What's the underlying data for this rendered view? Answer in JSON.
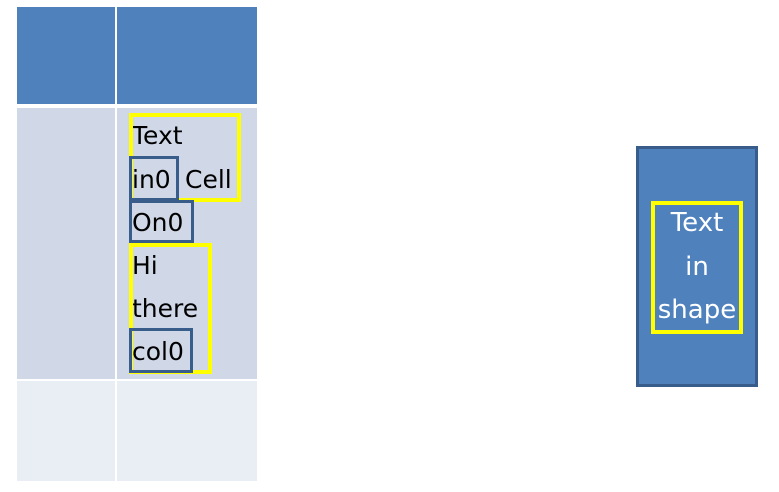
{
  "table": {
    "header": [
      "",
      ""
    ],
    "rows": [
      [
        "",
        ""
      ],
      [
        "",
        ""
      ]
    ],
    "cell_text_lines": {
      "line1": "Text",
      "line2a": "in0",
      "line2b": "Cell",
      "line3": "On0",
      "line4": "Hi",
      "line5": "there",
      "line6": "col0"
    }
  },
  "shape": {
    "lines": [
      "Text",
      "in",
      "shape"
    ]
  },
  "colors": {
    "header_fill": "#4f81bd",
    "row1_fill": "#d0d8e8",
    "row2_fill": "#e9edf4",
    "highlight_yellow": "#ffff00",
    "box_blue": "#385d8a",
    "shape_fill": "#4f81bd"
  }
}
